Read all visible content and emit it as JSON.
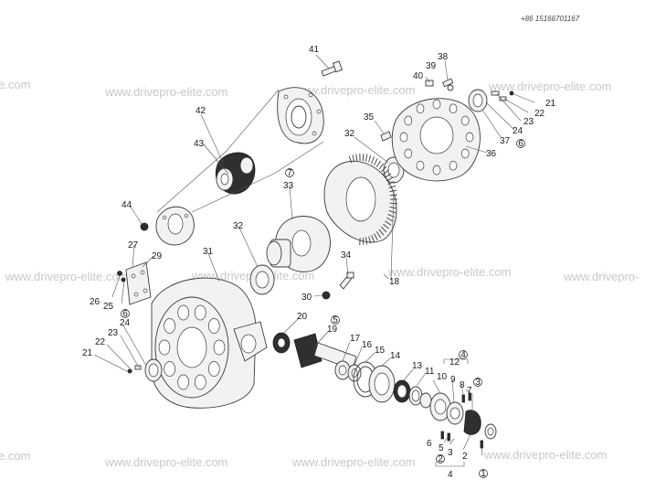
{
  "contact": {
    "phone": "+86 15166701167"
  },
  "watermark": "www.drivepro-elite.com",
  "watermark_left_fragment": "e.com",
  "watermark_right_fragment": "www.drivepro-",
  "labels": [
    {
      "id": "l41",
      "text": "41"
    },
    {
      "id": "l42",
      "text": "42"
    },
    {
      "id": "l43",
      "text": "43"
    },
    {
      "id": "l44",
      "text": "44"
    },
    {
      "id": "l38",
      "text": "38"
    },
    {
      "id": "l39",
      "text": "39"
    },
    {
      "id": "l40",
      "text": "40"
    },
    {
      "id": "l35",
      "text": "35"
    },
    {
      "id": "l32a",
      "text": "32"
    },
    {
      "id": "l21a",
      "text": "21"
    },
    {
      "id": "l22a",
      "text": "22"
    },
    {
      "id": "l23a",
      "text": "23"
    },
    {
      "id": "l24a",
      "text": "24"
    },
    {
      "id": "l37",
      "text": "37"
    },
    {
      "id": "l36",
      "text": "36"
    },
    {
      "id": "l33",
      "text": "33"
    },
    {
      "id": "l32b",
      "text": "32"
    },
    {
      "id": "l27",
      "text": "27"
    },
    {
      "id": "l29",
      "text": "29"
    },
    {
      "id": "l31",
      "text": "31"
    },
    {
      "id": "l26",
      "text": "26"
    },
    {
      "id": "l25",
      "text": "25"
    },
    {
      "id": "l34",
      "text": "34"
    },
    {
      "id": "l30",
      "text": "30"
    },
    {
      "id": "l18",
      "text": "18"
    },
    {
      "id": "l24b",
      "text": "24"
    },
    {
      "id": "l23b",
      "text": "23"
    },
    {
      "id": "l22b",
      "text": "22"
    },
    {
      "id": "l21b",
      "text": "21"
    },
    {
      "id": "l20",
      "text": "20"
    },
    {
      "id": "l19",
      "text": "19"
    },
    {
      "id": "l17",
      "text": "17"
    },
    {
      "id": "l16",
      "text": "16"
    },
    {
      "id": "l15",
      "text": "15"
    },
    {
      "id": "l14",
      "text": "14"
    },
    {
      "id": "l13",
      "text": "13"
    },
    {
      "id": "l12",
      "text": "12"
    },
    {
      "id": "l11",
      "text": "11"
    },
    {
      "id": "l10",
      "text": "10"
    },
    {
      "id": "l9",
      "text": "9"
    },
    {
      "id": "l8",
      "text": "8"
    },
    {
      "id": "l7",
      "text": "7"
    },
    {
      "id": "l6",
      "text": "6"
    },
    {
      "id": "l5",
      "text": "5"
    },
    {
      "id": "l3",
      "text": "3"
    },
    {
      "id": "l2",
      "text": "2"
    },
    {
      "id": "l4",
      "text": "4"
    }
  ],
  "circled_labels": [
    {
      "id": "c7",
      "text": "7"
    },
    {
      "id": "c6a",
      "text": "6"
    },
    {
      "id": "c6b",
      "text": "6"
    },
    {
      "id": "c5",
      "text": "5"
    },
    {
      "id": "c4",
      "text": "4"
    },
    {
      "id": "c3",
      "text": "3"
    },
    {
      "id": "c2",
      "text": "2"
    },
    {
      "id": "c1",
      "text": "1"
    }
  ]
}
